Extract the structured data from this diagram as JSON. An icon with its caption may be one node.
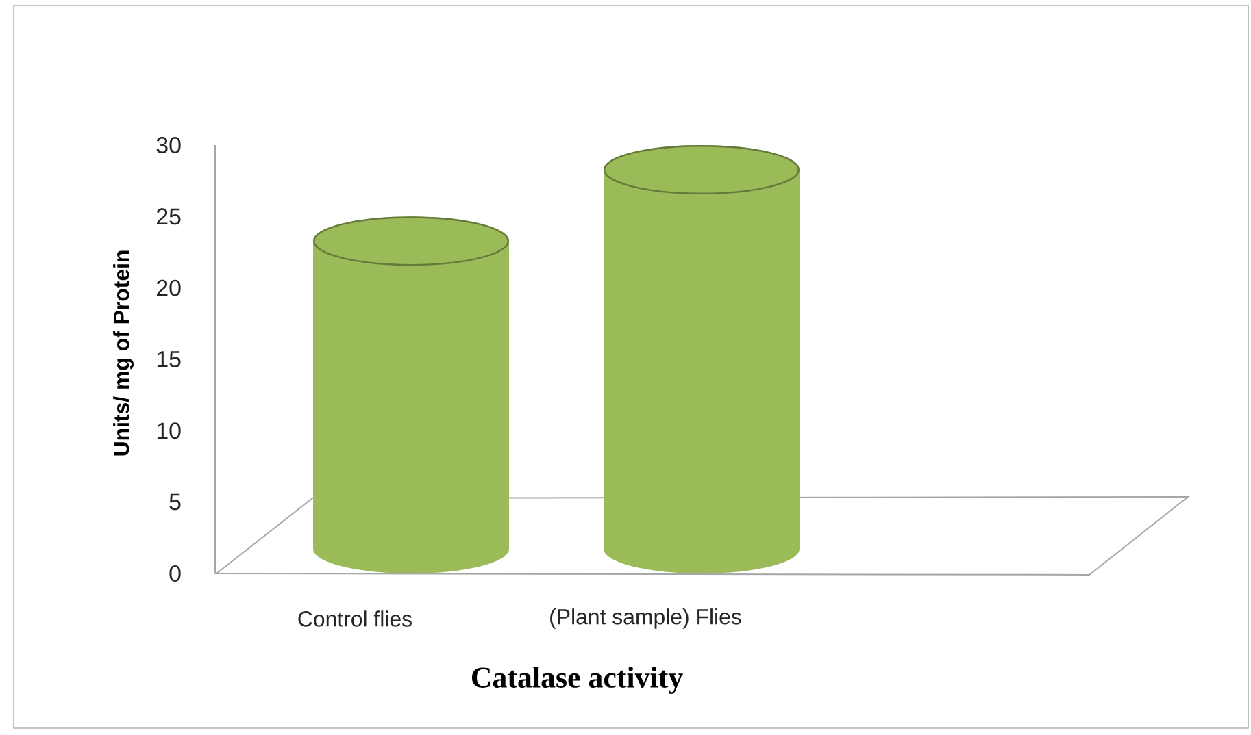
{
  "diagram": {
    "chart_data": {
      "type": "bar",
      "title": "Catalase activity",
      "ylabel": "Units/ mg of Protein",
      "categories": [
        "Control flies",
        "(Plant sample) Flies"
      ],
      "series": [
        {
          "color": "#9bbb59",
          "values": [
            25,
            30
          ]
        }
      ],
      "ylim": [
        0,
        30
      ],
      "yticks": [
        0,
        5,
        10,
        15,
        20,
        25,
        30
      ]
    }
  }
}
